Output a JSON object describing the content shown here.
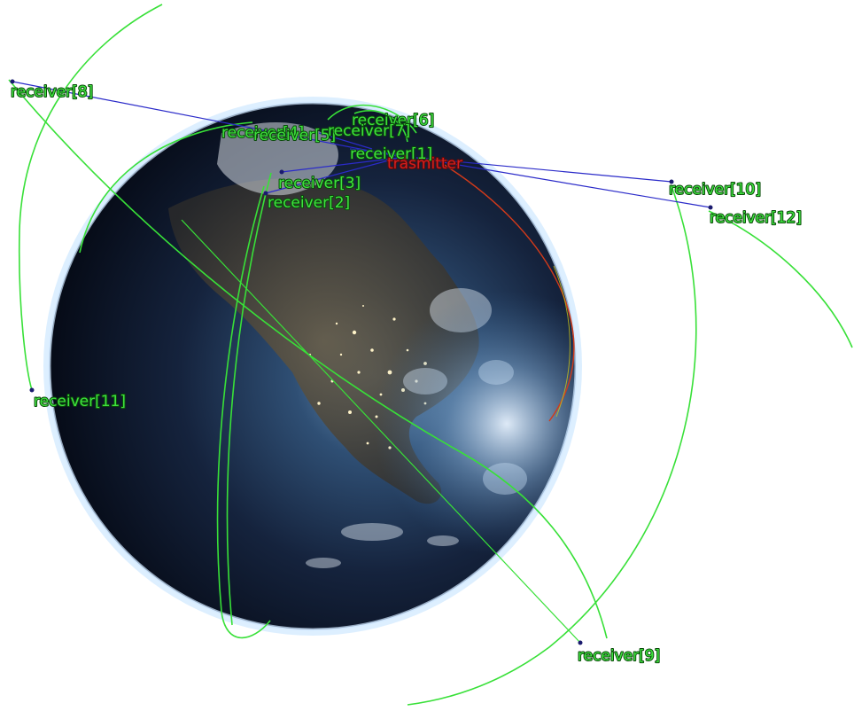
{
  "scene": {
    "title": "",
    "colors": {
      "orbit": "#38e038",
      "link": "#2b2bc9",
      "receiver_label": "#3ee13e",
      "transmitter_label": "#d21f1f",
      "transmitter_orbit": "#d23a1a",
      "background": "#ffffff"
    }
  },
  "satellites": {
    "transmitter": {
      "label": "trasmitter"
    },
    "receivers": [
      {
        "label": "receiver[1]"
      },
      {
        "label": "receiver[2]"
      },
      {
        "label": "receiver[3]"
      },
      {
        "label": "receiver[4]"
      },
      {
        "label": "receiver[5]"
      },
      {
        "label": "receiver[6]"
      },
      {
        "label": "receiver[7]"
      },
      {
        "label": "receiver[8]"
      },
      {
        "label": "receiver[9]"
      },
      {
        "label": "receiver[10]"
      },
      {
        "label": "receiver[11]"
      },
      {
        "label": "receiver[12]"
      }
    ]
  }
}
